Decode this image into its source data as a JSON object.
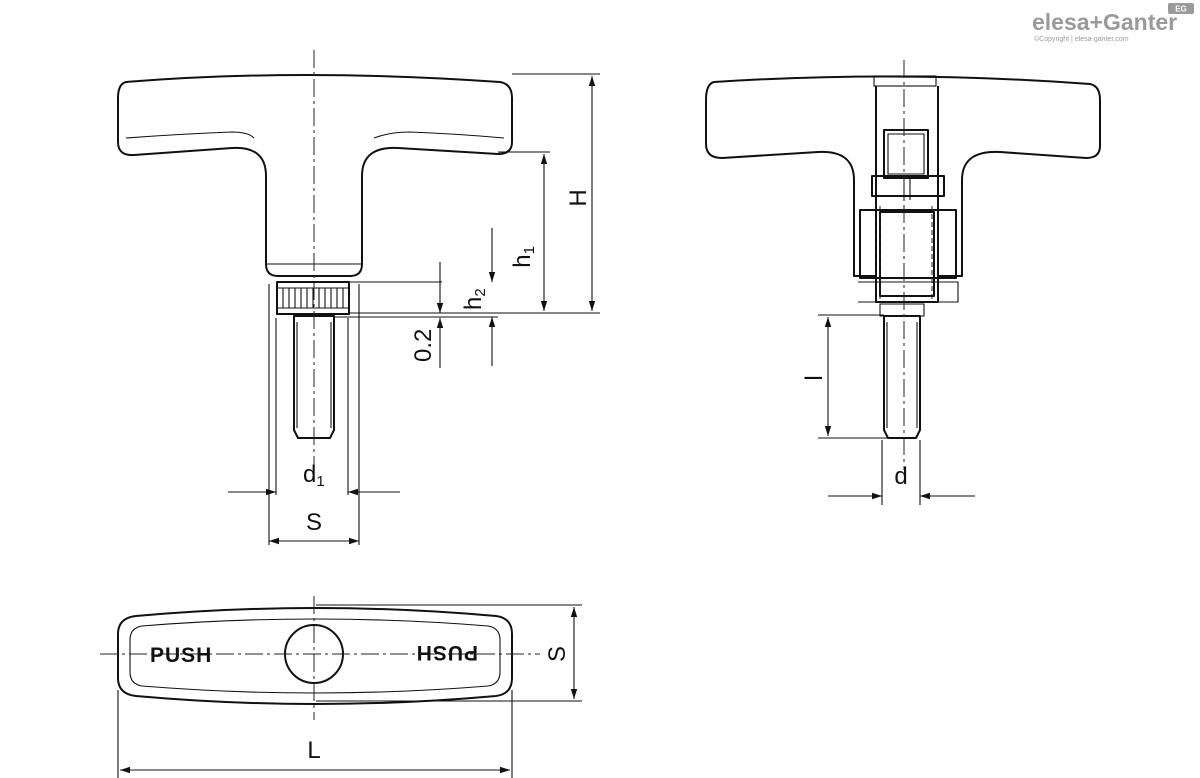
{
  "brand": {
    "logo": "elesa+Ganter",
    "badge": "EG",
    "copyright": "©Copyright | elesa-ganter.com"
  },
  "dimensions": {
    "H": "H",
    "h1": "h",
    "h1_sub": "1",
    "h2": "h",
    "h2_sub": "2",
    "gap": "0.2",
    "d1": "d",
    "d1_sub": "1",
    "S_front": "S",
    "l": "l",
    "d": "d",
    "S_top": "S",
    "L": "L"
  },
  "markings": {
    "push_left": "PUSH",
    "push_right": "PUSH"
  },
  "colors": {
    "line": "#111111",
    "logo_gray": "#9a9a9a",
    "background": "#ffffff"
  }
}
